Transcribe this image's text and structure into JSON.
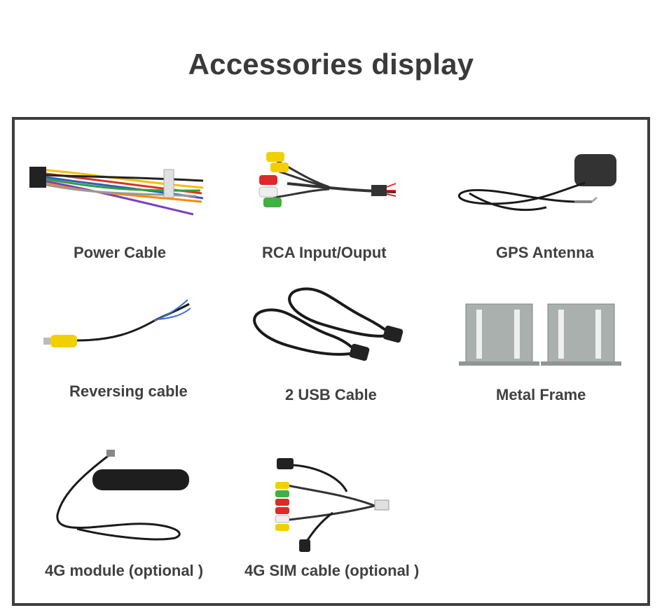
{
  "page": {
    "title": "Accessories display"
  },
  "items": [
    {
      "label": "Power Cable",
      "icon": "power-cable-harness"
    },
    {
      "label": "RCA Input/Ouput",
      "icon": "rca-cable"
    },
    {
      "label": "GPS Antenna",
      "icon": "gps-antenna"
    },
    {
      "label": "Reversing cable",
      "icon": "reversing-cable"
    },
    {
      "label": "2 USB Cable",
      "icon": "usb-cables"
    },
    {
      "label": "Metal Frame",
      "icon": "metal-frame-brackets"
    },
    {
      "label": "4G module (optional )",
      "icon": "4g-antenna-module"
    },
    {
      "label": "4G SIM cable (optional )",
      "icon": "4g-sim-cable"
    }
  ]
}
